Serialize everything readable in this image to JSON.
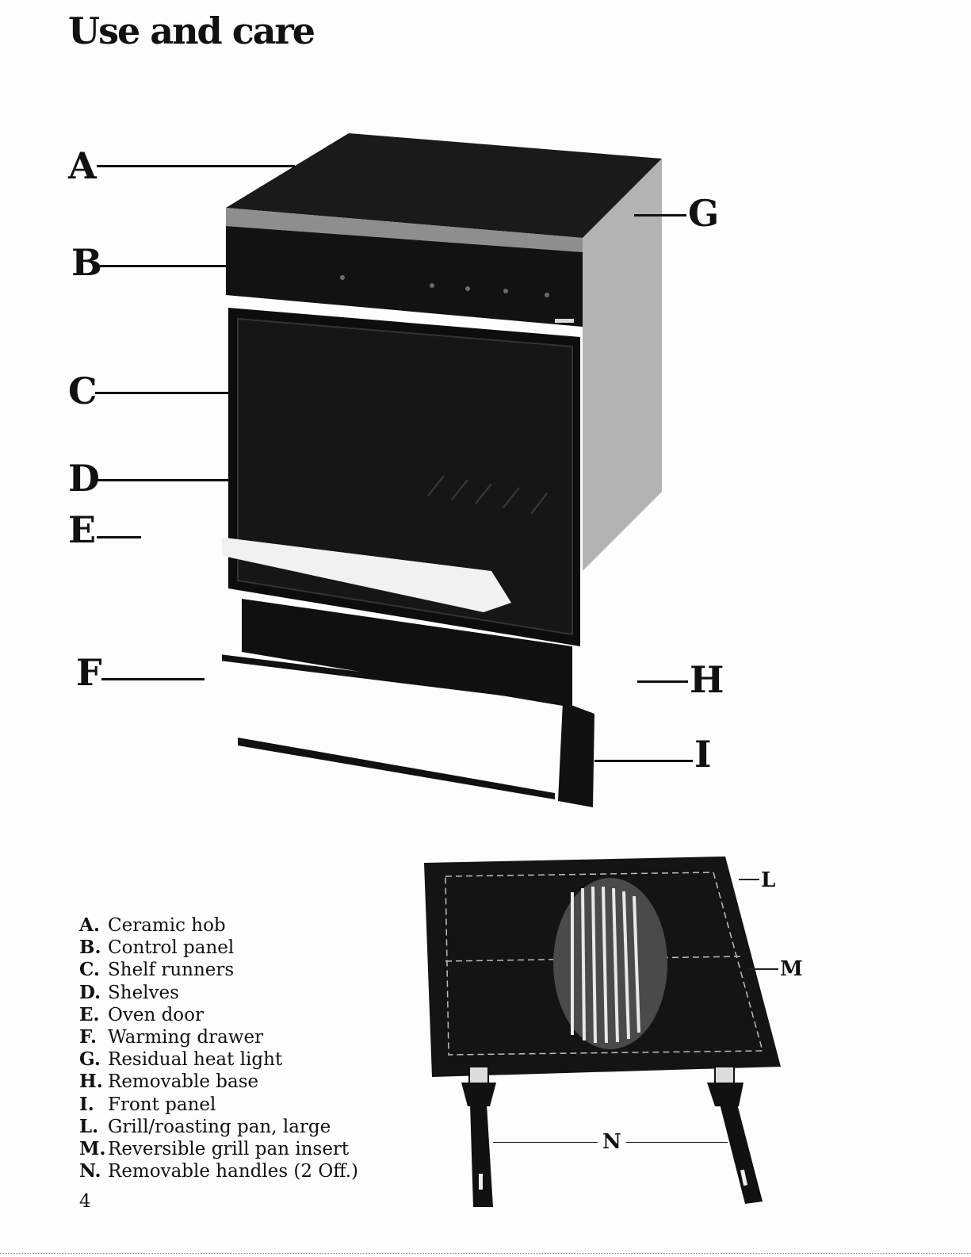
{
  "page": {
    "title": "Use and care",
    "page_number": "4"
  },
  "callouts": {
    "A": "A",
    "B": "B",
    "C": "C",
    "D": "D",
    "E": "E",
    "F": "F",
    "G": "G",
    "H": "H",
    "I": "I",
    "L": "L",
    "M": "M",
    "N": "N"
  },
  "legend": [
    {
      "letter": "A.",
      "text": "Ceramic hob"
    },
    {
      "letter": "B.",
      "text": "Control panel"
    },
    {
      "letter": "C.",
      "text": "Shelf runners"
    },
    {
      "letter": "D.",
      "text": "Shelves"
    },
    {
      "letter": "E.",
      "text": "Oven door"
    },
    {
      "letter": "F.",
      "text": "Warming drawer"
    },
    {
      "letter": "G.",
      "text": "Residual heat light"
    },
    {
      "letter": "H.",
      "text": "Removable base"
    },
    {
      "letter": "I.",
      "text": "Front panel"
    },
    {
      "letter": "L.",
      "text": "Grill/roasting pan, large"
    },
    {
      "letter": "M.",
      "text": "Reversible grill pan insert"
    },
    {
      "letter": "N.",
      "text": "Removable handles (2 Off.)"
    }
  ],
  "colors": {
    "ink": "#111111",
    "paper": "#fdfdfd",
    "panel_grey": "#9a9a9a",
    "drawer_white": "#f4f4f4"
  }
}
